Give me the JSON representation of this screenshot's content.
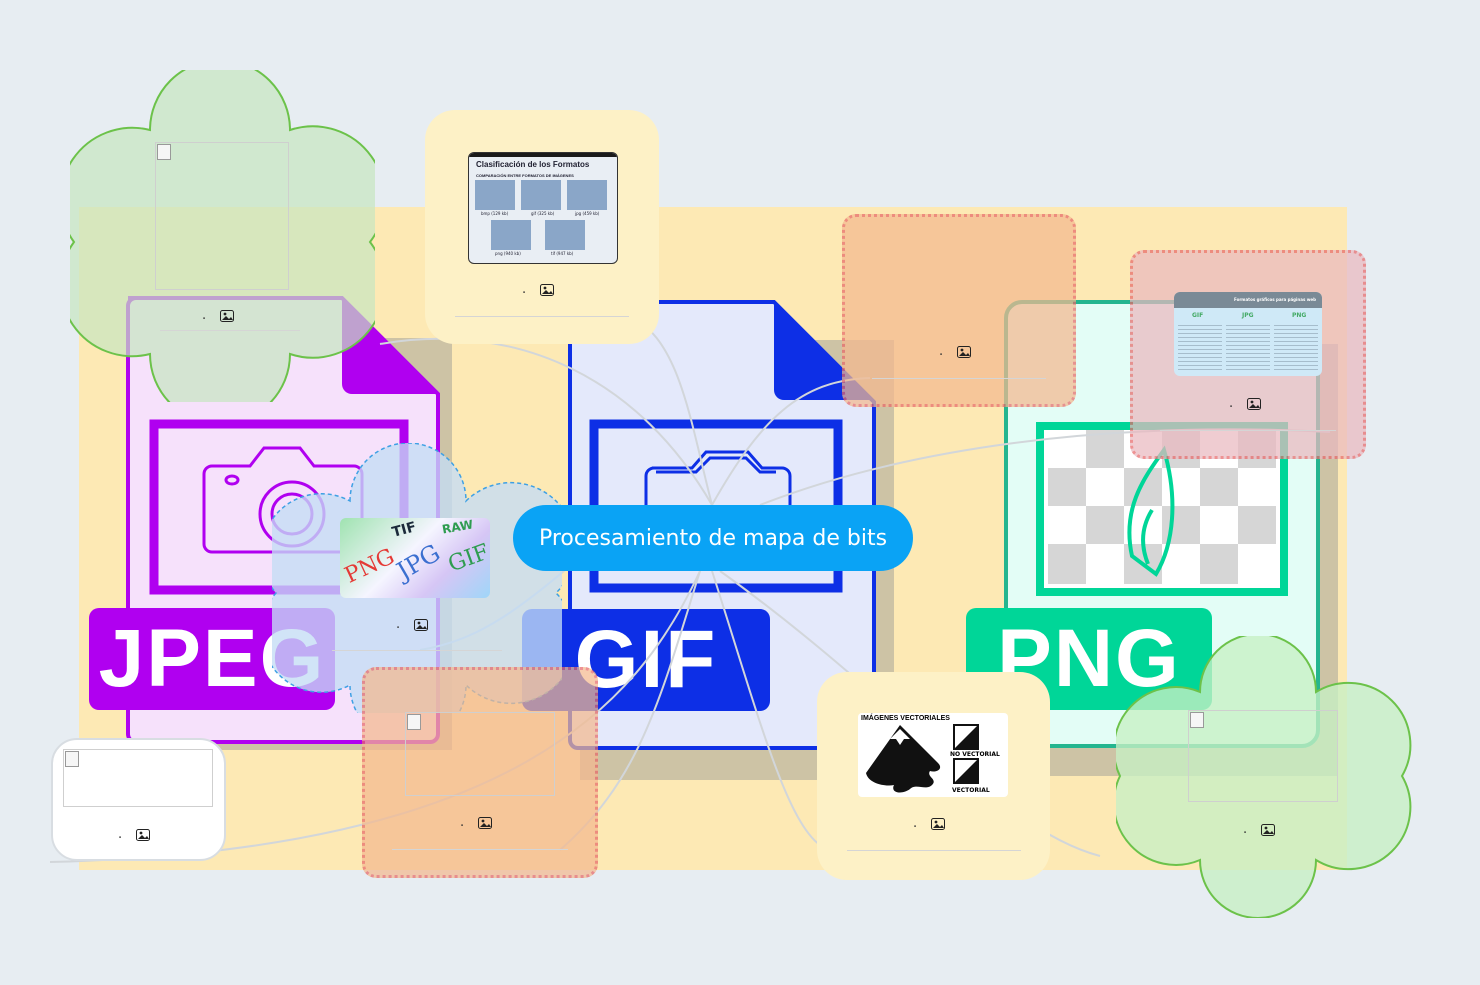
{
  "central_topic": {
    "label": "Procesamiento de mapa de bits"
  },
  "files": [
    {
      "id": "jpeg",
      "label": "JPEG",
      "color": "#b000f0",
      "fill": "#f6e1fb"
    },
    {
      "id": "gif",
      "label": "GIF",
      "color": "#0d2fe6",
      "fill": "#e4e9fb"
    },
    {
      "id": "png",
      "label": "PNG",
      "color": "#00d698",
      "fill": "#e3fdf6"
    }
  ],
  "topics": [
    {
      "id": "cloud-top-left",
      "caption": ".",
      "icon": "image-icon"
    },
    {
      "id": "slide-formats",
      "caption": ".",
      "icon": "image-icon",
      "image_title": "Clasificación de los Formatos",
      "image_subtitle": "COMPARACIÓN ENTRE FORMATOS DE IMÁGENES",
      "image_items": [
        "bmp (129 kb)",
        "gif (325 kb)",
        "jpg (459 kb)",
        "png (940 kb)",
        "tif (947 kb)"
      ]
    },
    {
      "id": "orange-top",
      "caption": ".",
      "icon": "image-icon"
    },
    {
      "id": "table-pink",
      "caption": ".",
      "icon": "image-icon",
      "image_title": "Formatos gráficos para páginas web",
      "image_columns": [
        "GIF",
        "JPG",
        "PNG"
      ]
    },
    {
      "id": "cloud-blue",
      "caption": ".",
      "icon": "image-icon",
      "image_words": [
        "PNG",
        "TIF",
        "JPG",
        "RAW",
        "GIF"
      ]
    },
    {
      "id": "white-card",
      "caption": ".",
      "icon": "image-icon"
    },
    {
      "id": "orange-bottom",
      "caption": ".",
      "icon": "image-icon"
    },
    {
      "id": "vector-card",
      "caption": ".",
      "icon": "image-icon",
      "image_title": "IMÁGENES VECTORIALES",
      "image_labels": [
        "NO VECTORIAL",
        "VECTORIAL"
      ]
    },
    {
      "id": "cloud-bottom-right",
      "caption": ".",
      "icon": "image-icon"
    }
  ]
}
